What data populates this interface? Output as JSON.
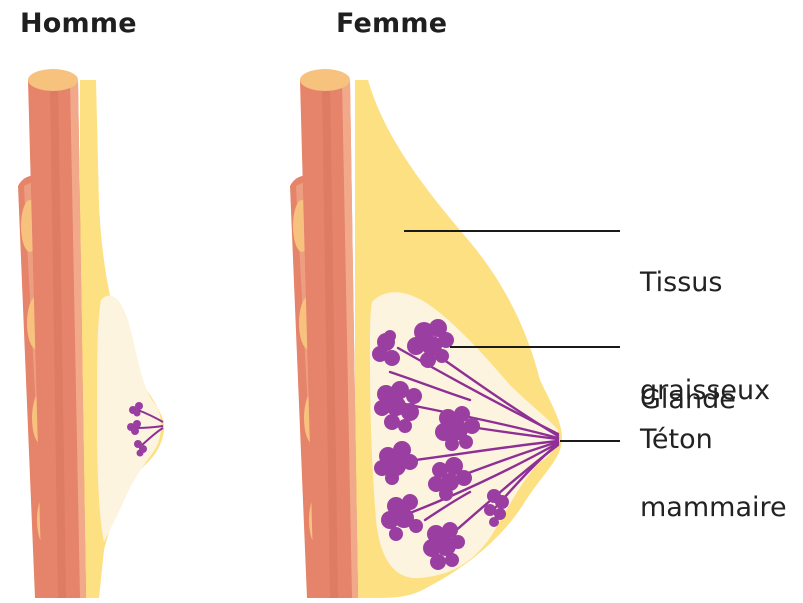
{
  "titles": {
    "homme": "Homme",
    "femme": "Femme"
  },
  "labels": {
    "tissus_line1": "Tissus",
    "tissus_line2": "graisseux",
    "glande_line1": "Glande",
    "glande_line2": "mammaire",
    "teton": "Téton"
  },
  "colors": {
    "muscle": "#e5846a",
    "muscle_dark": "#cf6b55",
    "muscle_highlight": "#f2a98a",
    "tendon": "#f6c27e",
    "fat": "#fde082",
    "gland_tissue": "#fdf4df",
    "gland_lobule": "#9a3ea2",
    "duct": "#8e2f96",
    "line": "#1a1a1a"
  }
}
